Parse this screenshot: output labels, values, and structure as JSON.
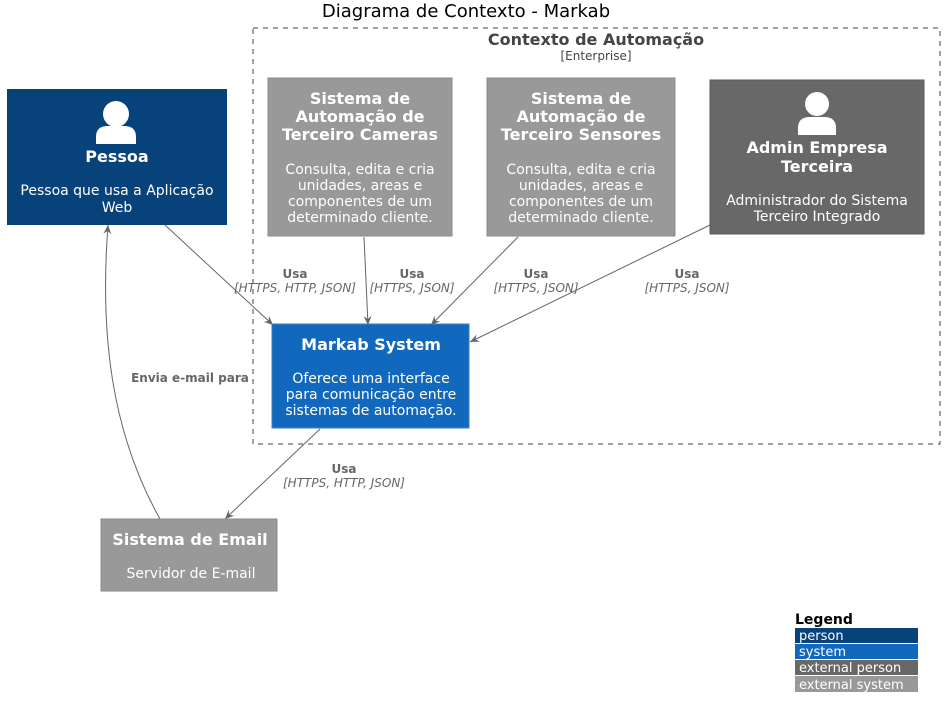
{
  "diagram_title": "Diagrama de Contexto - Markab",
  "boundary": {
    "title": "Contexto de Automação",
    "type": "[Enterprise]"
  },
  "nodes": {
    "pessoa": {
      "title": "Pessoa",
      "desc": [
        "Pessoa que usa a Aplicação",
        "Web"
      ],
      "color": "#08427B"
    },
    "cameras": {
      "title": [
        "Sistema de",
        "Automação de",
        "Terceiro Cameras"
      ],
      "desc": [
        "Consulta, edita e cria",
        "unidades, areas e",
        "componentes de um",
        "determinado cliente."
      ],
      "color": "#999999"
    },
    "sensores": {
      "title": [
        "Sistema de",
        "Automação de",
        "Terceiro Sensores"
      ],
      "desc": [
        "Consulta, edita e cria",
        "unidades, areas e",
        "componentes de um",
        "determinado cliente."
      ],
      "color": "#999999"
    },
    "admin": {
      "title": [
        "Admin Empresa",
        "Terceira"
      ],
      "desc": [
        "Administrador do Sistema",
        "Terceiro Integrado"
      ],
      "color": "#686868"
    },
    "markab": {
      "title": "Markab System",
      "desc": [
        "Oferece uma interface",
        "para comunicação entre",
        "sistemas de automação."
      ],
      "color": "#1168BD"
    },
    "email": {
      "title": "Sistema de Email",
      "desc": [
        "Servidor de E-mail"
      ],
      "color": "#999999"
    }
  },
  "relations": [
    {
      "label": "Usa",
      "tech": "[HTTPS, HTTP, JSON]"
    },
    {
      "label": "Usa",
      "tech": "[HTTPS, JSON]"
    },
    {
      "label": "Usa",
      "tech": "[HTTPS, JSON]"
    },
    {
      "label": "Usa",
      "tech": "[HTTPS, JSON]"
    },
    {
      "label": "Usa",
      "tech": "[HTTPS, HTTP, JSON]"
    },
    {
      "label": "Envia e-mail para",
      "tech": ""
    }
  ],
  "legend": {
    "title": "Legend",
    "items": [
      {
        "label": "person",
        "color": "#08427B"
      },
      {
        "label": "system",
        "color": "#1168BD"
      },
      {
        "label": "external person",
        "color": "#686868"
      },
      {
        "label": "external system",
        "color": "#999999"
      }
    ]
  }
}
